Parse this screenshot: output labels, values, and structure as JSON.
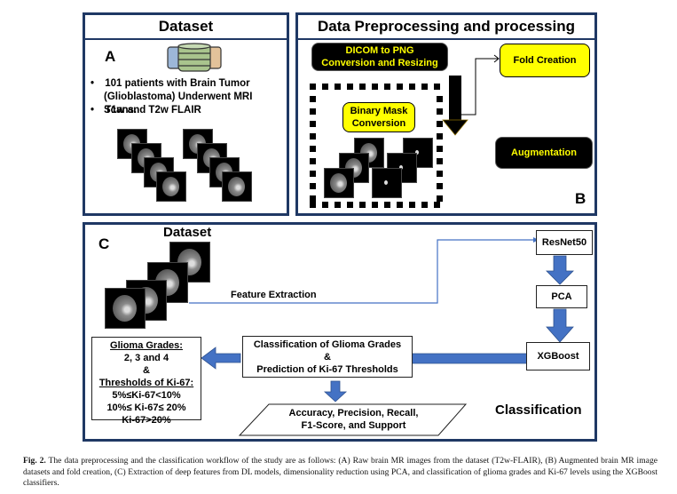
{
  "panel_a": {
    "title": "Dataset",
    "letter": "A",
    "icon": "database-icon",
    "bullets": [
      "101 patients with Brain Tumor (Glioblastoma) Underwent MRI Scans.",
      "T1w and T2w FLAIR"
    ],
    "bullet_line1": "101 patients with Brain Tumor",
    "bullet_line2": "(Glioblastoma) Underwent MRI Scans.",
    "bullet_line3": "T1w and T2w FLAIR",
    "bullet_symbol": "•"
  },
  "panel_b": {
    "title": "Data Preprocessing and processing",
    "letter": "B",
    "dicom_line1": "DICOM to PNG",
    "dicom_line2": "Conversion and Resizing",
    "binary_line1": "Binary Mask",
    "binary_line2": "Conversion",
    "fold_creation": "Fold Creation",
    "augmentation": "Augmentation"
  },
  "panel_c": {
    "letter": "C",
    "dataset_label": "Dataset",
    "feature_extraction": "Feature Extraction",
    "resnet": "ResNet50",
    "pca": "PCA",
    "xgboost": "XGBoost",
    "classification_line1": "Classification of Glioma Grades",
    "classification_line2": "&",
    "classification_line3": "Prediction of Ki-67 Thresholds",
    "metrics_line1": "Accuracy, Precision, Recall,",
    "metrics_line2": "F1-Score, and Support",
    "section_label": "Classification",
    "grades": {
      "heading": "Glioma Grades:",
      "values": "2, 3 and 4",
      "amp": "&",
      "thresholds_heading": "Thresholds of Ki-67:",
      "t1": "5%≤Ki-67<10%",
      "t2": "10%≤ Ki-67≤ 20%",
      "t3": "Ki-67>20%"
    },
    "arrow_color": "#4472c4"
  },
  "caption": {
    "label": "Fig. 2.",
    "text": " The data preprocessing and the classification workflow of the study are as follows: (A) Raw brain MR images from the dataset (T2w-FLAIR), (B) Augmented brain MR image datasets and fold creation, (C) Extraction of deep features from DL models, dimensionality reduction using PCA, and classification of glioma grades and Ki-67 levels using the XGBoost classifiers."
  }
}
